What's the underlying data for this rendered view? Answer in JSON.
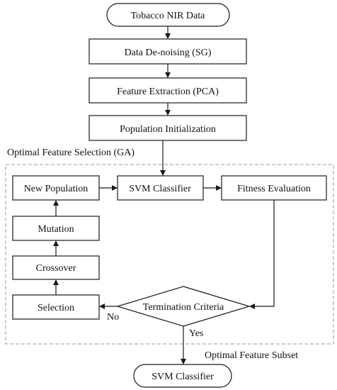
{
  "flowchart": {
    "start": "Tobacco NIR Data",
    "denoise": "Data De-noising (SG)",
    "extract": "Feature Extraction (PCA)",
    "init": "Population Initialization",
    "ga_title": "Optimal Feature Selection (GA)",
    "new_population": "New Population",
    "svm": "SVM Classifier",
    "fitness": "Fitness Evaluation",
    "mutation": "Mutation",
    "crossover": "Crossover",
    "selection": "Selection",
    "termination": "Termination Criteria",
    "no_label": "No",
    "yes_label": "Yes",
    "subset_label": "Optimal Feature Subset",
    "end": "SVM Classifier"
  }
}
